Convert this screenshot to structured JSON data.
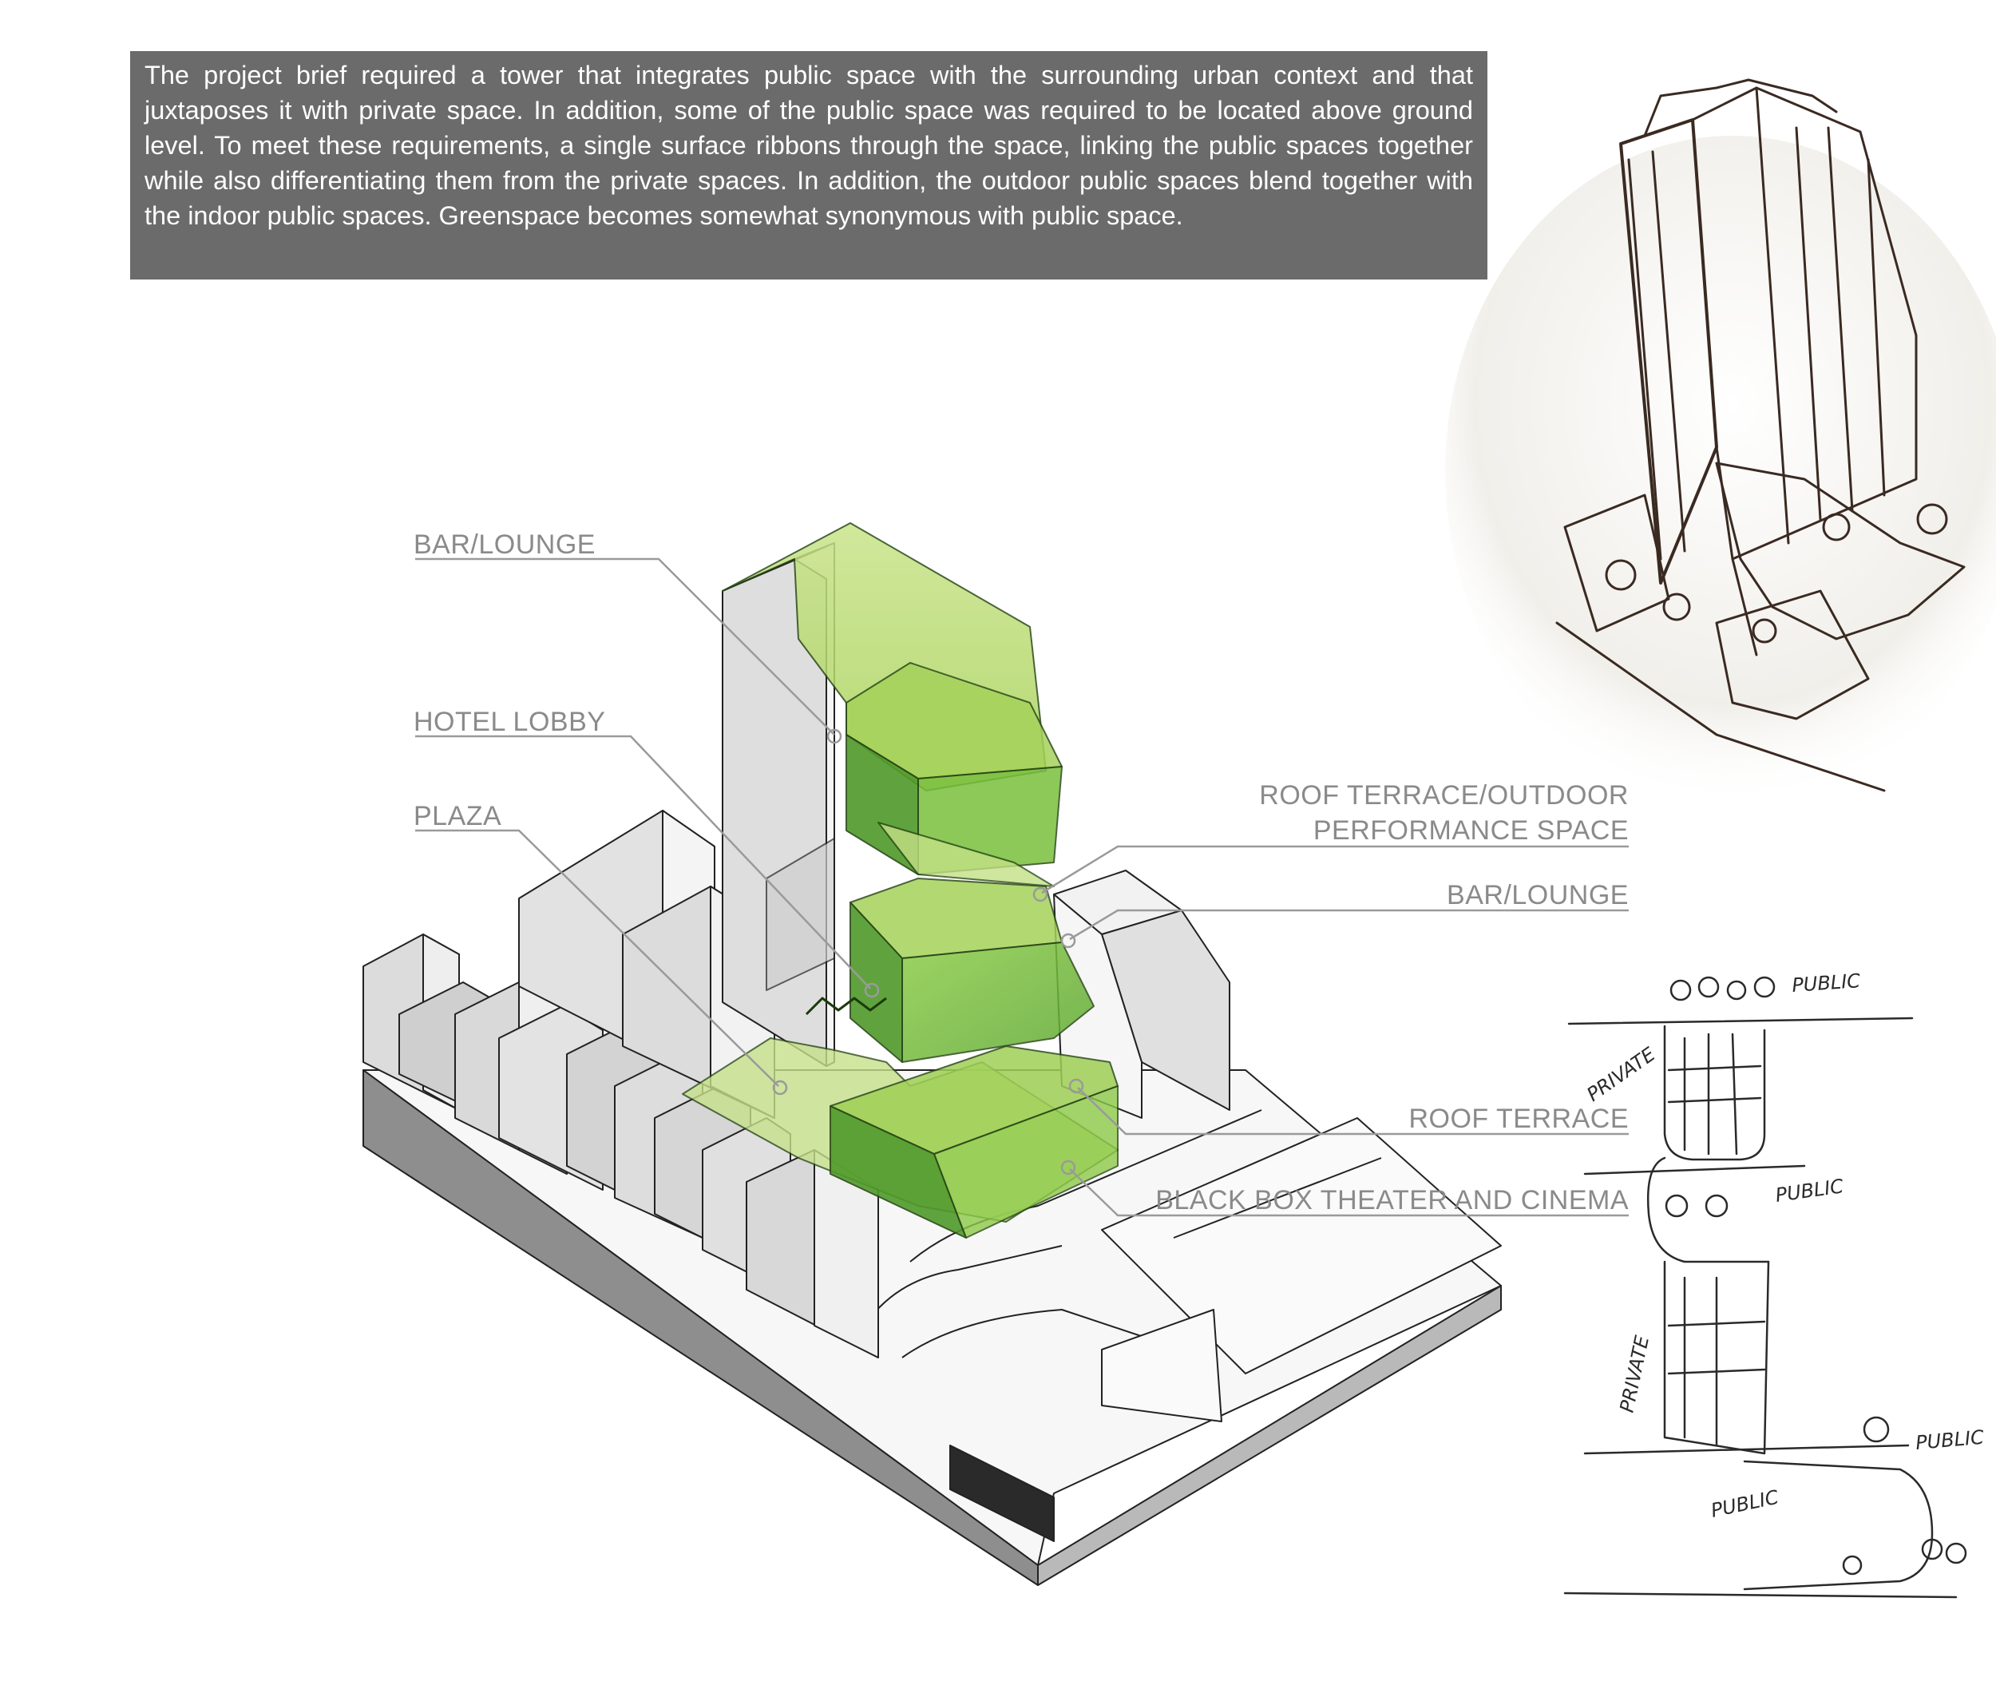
{
  "brief": {
    "text": "The project brief required a tower that integrates public space with the surrounding urban context and that juxtaposes it with private space. In addition, some of the public space was required to be located above ground level. To meet these requirements, a single surface ribbons through the space, linking the public spaces together while also differentiating them from the private spaces. In addition, the outdoor public spaces blend together with the indoor public spaces. Greenspace becomes somewhat synonymous with public space."
  },
  "labels": {
    "bar_lounge_top": "BAR/LOUNGE",
    "hotel_lobby": "HOTEL LOBBY",
    "plaza": "PLAZA",
    "roof_terrace_outdoor_1": "ROOF TERRACE/OUTDOOR",
    "roof_terrace_outdoor_2": "PERFORMANCE SPACE",
    "bar_lounge_right": "BAR/LOUNGE",
    "roof_terrace": "ROOF TERRACE",
    "black_box": "BLACK BOX THEATER AND CINEMA"
  },
  "sketch_words": {
    "public_1": "PUBLIC",
    "private_1": "PRIVATE",
    "public_2": "PUBLIC",
    "private_2": "PRIVATE",
    "public_3": "PUBLIC",
    "public_4": "PUBLIC"
  },
  "colors": {
    "brief_bg": "#6b6b6b",
    "green_light": "#b5d86a",
    "green_mid": "#7cc23f",
    "green_dark": "#4f9a2a",
    "label_gray": "#8a8a8a",
    "sketch_ink": "#3a2a22"
  }
}
